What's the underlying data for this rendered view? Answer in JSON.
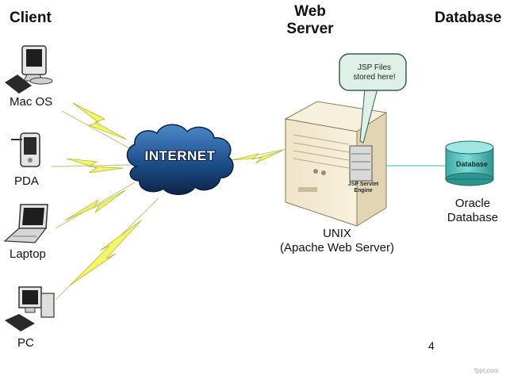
{
  "headers": {
    "client": "Client",
    "web_server_line1": "Web",
    "web_server_line2": "Server",
    "database": "Database"
  },
  "clients": [
    {
      "label": "Mac OS",
      "icon": "mac-computer-icon"
    },
    {
      "label": "PDA",
      "icon": "pda-icon"
    },
    {
      "label": "Laptop",
      "icon": "laptop-icon"
    },
    {
      "label": "PC",
      "icon": "pc-icon"
    }
  ],
  "internet": {
    "label": "INTERNET",
    "icon": "cloud-icon"
  },
  "server": {
    "bubble_line1": "JSP Files",
    "bubble_line2": "stored here!",
    "engine_line1": "JSP Servlet",
    "engine_line2": "Engine",
    "caption_line1": "UNIX",
    "caption_line2": "(Apache Web Server)"
  },
  "database": {
    "cylinder_label": "Database",
    "caption_line1": "Oracle",
    "caption_line2": "Database"
  },
  "page_number": "4",
  "watermark": "fppt.com",
  "colors": {
    "lightning": "#f5f56a",
    "cloud": "#1d4f8a",
    "server_body": "#f0e7cf",
    "db_cylinder": "#5fc7c2",
    "bubble": "#dff1e6"
  }
}
